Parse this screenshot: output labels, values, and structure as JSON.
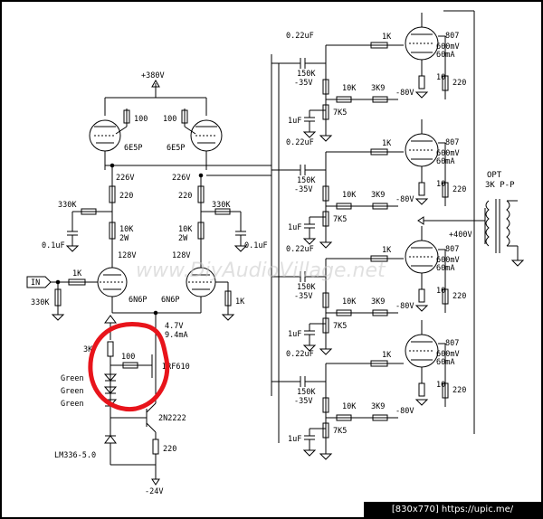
{
  "supply": {
    "plus380": "+380V",
    "minus24": "-24V",
    "plus400": "+400V"
  },
  "input": {
    "in_label": "IN",
    "r_in": "1K",
    "r_grid": "330K"
  },
  "drivers": {
    "tube_left": "6E5P",
    "tube_right": "6E5P",
    "r_plate_left": "100",
    "r_plate_right": "100",
    "v_left": "226V",
    "v_right": "226V",
    "r_left": "220",
    "r_right": "220",
    "r330_left": "330K",
    "r330_right": "330K",
    "r10k_left": "10K",
    "r10k_left_w": "2W",
    "r10k_right": "10K",
    "r10k_right_w": "2W",
    "cap_left": "0.1uF",
    "cap_right": "0.1uF",
    "v128_left": "128V",
    "v128_right": "128V"
  },
  "cathode_followers": {
    "tube_left": "6N6P",
    "tube_right": "6N6P",
    "r_right": "1K"
  },
  "ccs": {
    "v": "4.7V",
    "i": "9.4mA",
    "r_3k": "3K",
    "r_100": "100",
    "mosfet": "IRF610",
    "leds": [
      "Green",
      "Green",
      "Green"
    ],
    "bjt": "2N2222",
    "r_220": "220",
    "ref": "LM336-5.0"
  },
  "output_stages": [
    {
      "cap": "0.22uF",
      "r_grid": "1K",
      "r_bias": "150K",
      "v_bias": "-35V",
      "pot": "10K",
      "r_3k9": "3K9",
      "v_neg": "-80V",
      "cap_b": "1uF",
      "r_7k5": "7K5",
      "tube": "807",
      "vq": "600mV",
      "iq": "60mA",
      "r_k": "10",
      "r_screen": "220"
    },
    {
      "cap": "0.22uF",
      "r_grid": "1K",
      "r_bias": "150K",
      "v_bias": "-35V",
      "pot": "10K",
      "r_3k9": "3K9",
      "v_neg": "-80V",
      "cap_b": "1uF",
      "r_7k5": "7K5",
      "tube": "807",
      "vq": "600mV",
      "iq": "60mA",
      "r_k": "10",
      "r_screen": "220"
    },
    {
      "cap": "0.22uF",
      "r_grid": "1K",
      "r_bias": "150K",
      "v_bias": "-35V",
      "pot": "10K",
      "r_3k9": "3K9",
      "v_neg": "-80V",
      "cap_b": "1uF",
      "r_7k5": "7K5",
      "tube": "807",
      "vq": "600mV",
      "iq": "60mA",
      "r_k": "10",
      "r_screen": "220"
    },
    {
      "cap": "0.22uF",
      "r_grid": "1K",
      "r_bias": "150K",
      "v_bias": "-35V",
      "pot": "10K",
      "r_3k9": "3K9",
      "v_neg": "-80V",
      "cap_b": "1uF",
      "r_7k5": "7K5",
      "tube": "807",
      "vq": "600mV",
      "iq": "60mA",
      "r_k": "10",
      "r_screen": "220"
    }
  ],
  "transformer": {
    "name": "OPT",
    "spec": "3K P-P"
  },
  "watermark": "www.DiyAudioVillage.net",
  "footer": "[830x770] https://upic.me/",
  "colors": {
    "wire": "#000000",
    "highlight": "#e8141b",
    "background": "#ffffff"
  }
}
